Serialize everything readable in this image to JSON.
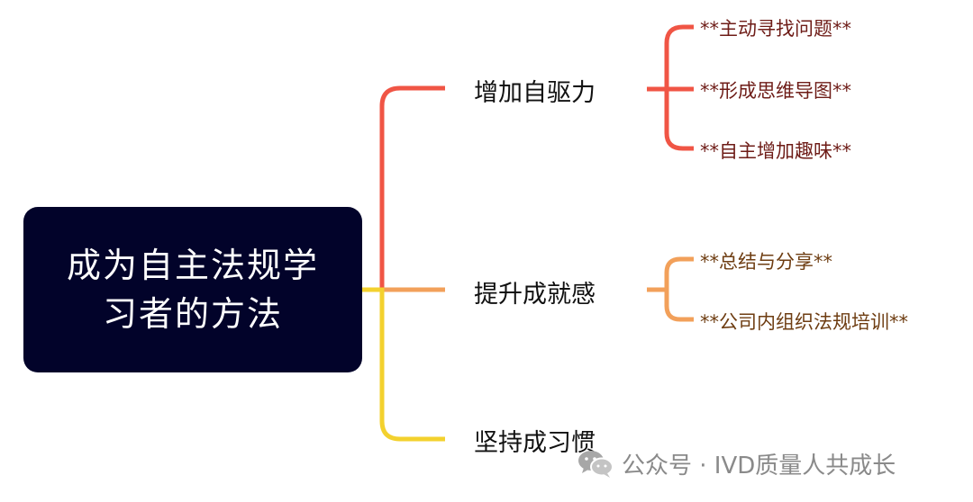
{
  "root": {
    "label": "成为自主法规学习者的方法"
  },
  "branches": [
    {
      "label": "增加自驱力",
      "color": "#f05545",
      "children": [
        "**主动寻找问题**",
        "**形成思维导图**",
        "**自主增加趣味**"
      ]
    },
    {
      "label": "提升成就感",
      "color": "#f2a05a",
      "children": [
        "**总结与分享**",
        "**公司内组织法规培训**"
      ]
    },
    {
      "label": "坚持成习惯",
      "color": "#f3d12e",
      "children": []
    }
  ],
  "leaf_text_colors": [
    "#6e1c17",
    "#6e3d12"
  ],
  "watermark": {
    "label": "公众号 · IVD质量人共成长",
    "icon": "wechat-icon"
  }
}
